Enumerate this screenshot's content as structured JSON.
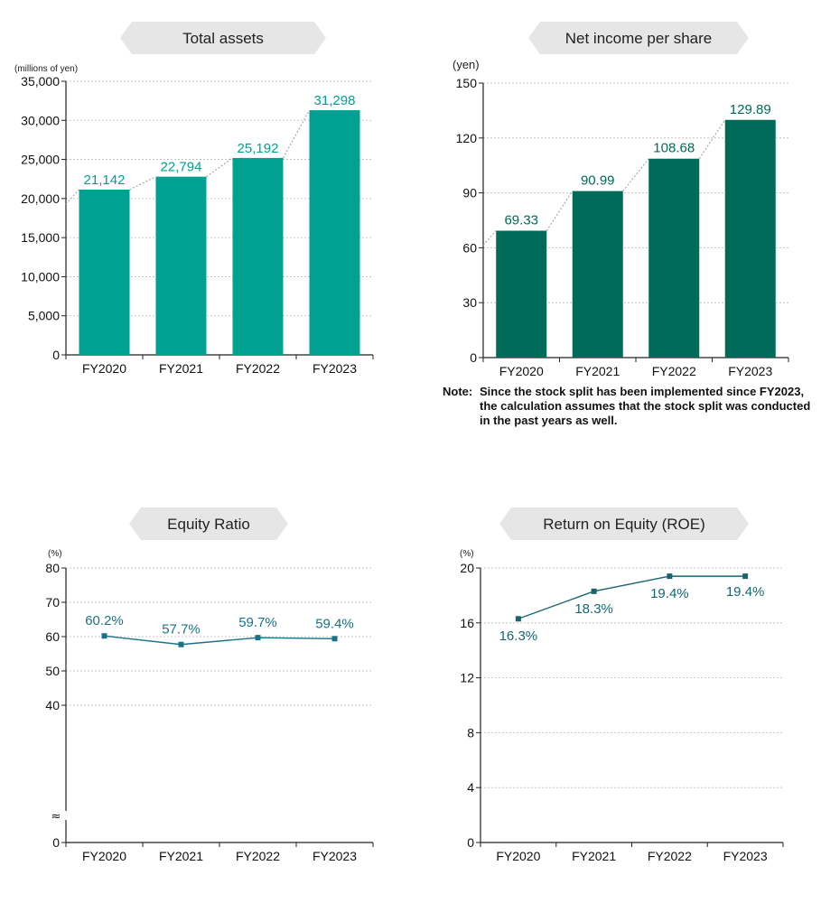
{
  "colors": {
    "total_assets_bar": "#00a191",
    "total_assets_label": "#00a191",
    "eps_bar": "#006b58",
    "eps_label": "#006b58",
    "line_series": "#1a7288",
    "roe_series": "#17656f",
    "banner_fill": "#e6e6e6",
    "gridline": "#b9b9b9",
    "connector": "#9a9a9a"
  },
  "chart_data": [
    {
      "type": "bar",
      "title": "Total assets",
      "unit_label": "(millions of yen)",
      "categories": [
        "FY2020",
        "FY2021",
        "FY2022",
        "FY2023"
      ],
      "values": [
        21142,
        22794,
        25192,
        31298
      ],
      "value_labels": [
        "21,142",
        "22,794",
        "25,192",
        "31,298"
      ],
      "yticks": [
        "0",
        "5,000",
        "10,000",
        "15,000",
        "20,000",
        "25,000",
        "30,000",
        "35,000"
      ],
      "ylim": [
        0,
        35000
      ],
      "grid": true
    },
    {
      "type": "bar",
      "title": "Net income per share",
      "unit_label": "(yen)",
      "categories": [
        "FY2020",
        "FY2021",
        "FY2022",
        "FY2023"
      ],
      "values": [
        69.33,
        90.99,
        108.68,
        129.89
      ],
      "value_labels": [
        "69.33",
        "90.99",
        "108.68",
        "129.89"
      ],
      "yticks": [
        "0",
        "30",
        "60",
        "90",
        "120",
        "150"
      ],
      "ylim": [
        0,
        150
      ],
      "grid": true
    },
    {
      "type": "line",
      "title": "Equity Ratio",
      "unit_label": "(%)",
      "categories": [
        "FY2020",
        "FY2021",
        "FY2022",
        "FY2023"
      ],
      "values": [
        60.2,
        57.7,
        59.7,
        59.4
      ],
      "value_labels": [
        "60.2%",
        "57.7%",
        "59.7%",
        "59.4%"
      ],
      "yticks": [
        "0",
        "40",
        "50",
        "60",
        "70",
        "80"
      ],
      "ylim": [
        0,
        80
      ],
      "axis_break": "≈",
      "grid": true
    },
    {
      "type": "line",
      "title": "Return on Equity (ROE)",
      "unit_label": "(%)",
      "categories": [
        "FY2020",
        "FY2021",
        "FY2022",
        "FY2023"
      ],
      "values": [
        16.3,
        18.3,
        19.4,
        19.4
      ],
      "value_labels": [
        "16.3%",
        "18.3%",
        "19.4%",
        "19.4%"
      ],
      "yticks": [
        "0",
        "4",
        "8",
        "12",
        "16",
        "20"
      ],
      "ylim": [
        0,
        20
      ],
      "grid": true
    }
  ],
  "note": {
    "label": "Note:",
    "text": "Since the stock split has been implemented since FY2023, the calculation assumes that the stock split was conducted in the past years as well."
  }
}
